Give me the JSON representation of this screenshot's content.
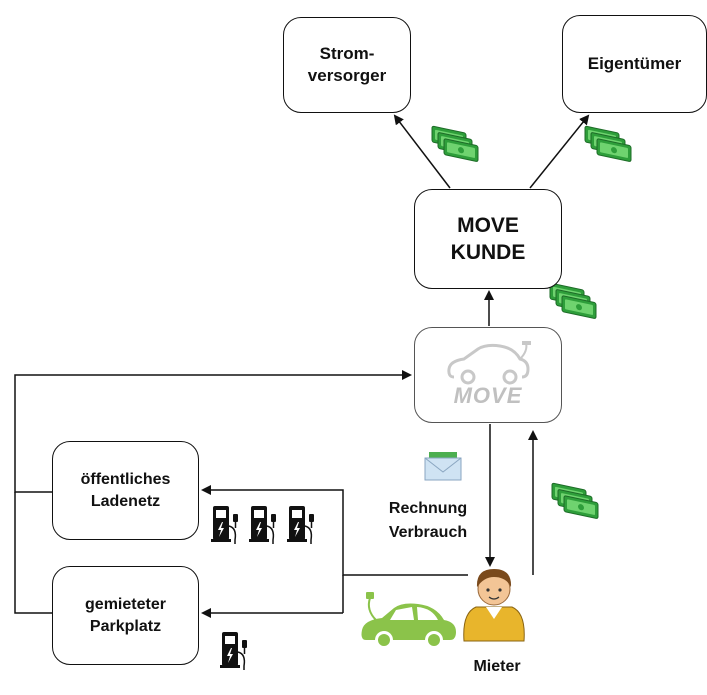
{
  "nodes": {
    "stromversorger": {
      "line1": "Strom-",
      "line2": "versorger"
    },
    "eigentuemer": {
      "label": "Eigentümer"
    },
    "move_kunde": {
      "line1": "MOVE",
      "line2": "KUNDE"
    },
    "move_logo": {
      "text": "MOVE"
    },
    "oeffentliches_ladenetz": {
      "line1": "öffentliches",
      "line2": "Ladenetz"
    },
    "gemieteter_parkplatz": {
      "line1": "gemieteter",
      "line2": "Parkplatz"
    }
  },
  "labels": {
    "rechnung": "Rechnung",
    "verbrauch": "Verbrauch",
    "mieter": "Mieter"
  },
  "icons": [
    "money-icon",
    "envelope-icon",
    "charging-station-icon",
    "electric-car-icon",
    "person-icon",
    "move-car-logo"
  ],
  "colors": {
    "money_green": "#3cb043",
    "car_green": "#8bc34a",
    "line": "#111111"
  }
}
